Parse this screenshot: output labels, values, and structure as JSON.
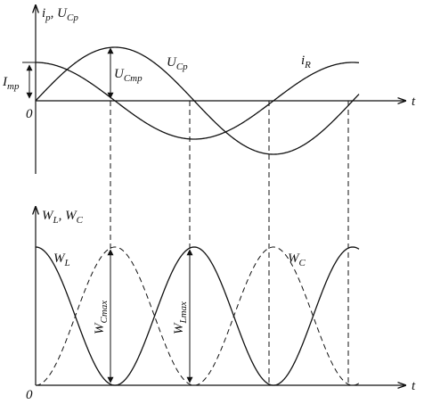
{
  "top_axis": {
    "y_label_main": "i",
    "y_label_sub1": "p",
    "y_label_sep": ", U",
    "y_label_sub2": "Cp",
    "t_label": "t",
    "origin_label": "0"
  },
  "top_labels": {
    "i_amp_main": "I",
    "i_amp_sub": "mp",
    "u_amp_main": "U",
    "u_amp_sub": "Cmp",
    "u_curve_main": "U",
    "u_curve_sub": "Cp",
    "i_curve_main": "i",
    "i_curve_sub": "R"
  },
  "bottom_axis": {
    "y_label_main1": "W",
    "y_label_sub1": "L",
    "y_label_sep": ", W",
    "y_label_sub2": "C",
    "t_label": "t",
    "origin_label": "0"
  },
  "bottom_labels": {
    "wl_main": "W",
    "wl_sub": "L",
    "wc_main": "W",
    "wc_sub": "C",
    "wcmax_main": "W",
    "wcmax_sub": "Cmax",
    "wlmax_main": "W",
    "wlmax_sub": "Lmax"
  },
  "colors": {
    "ink": "#111111",
    "background": "#ffffff"
  }
}
